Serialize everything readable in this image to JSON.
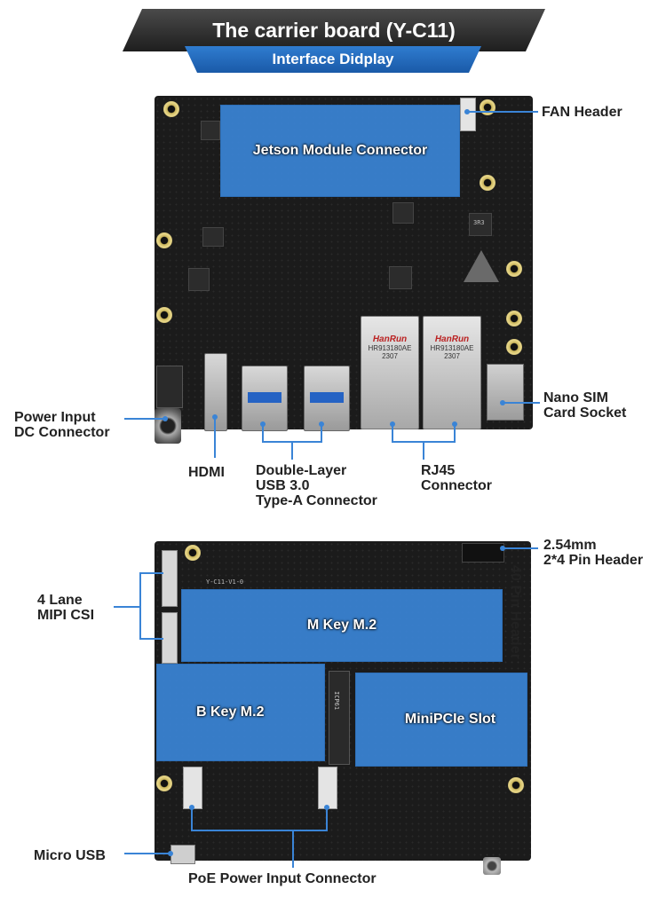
{
  "header": {
    "title": "The carrier board (Y-C11)",
    "subtitle": "Interface Didplay"
  },
  "top_board": {
    "jetson": "Jetson Module Connector",
    "fan_header": "FAN Header",
    "nano_sim": [
      "Nano SIM",
      "Card Socket"
    ],
    "power_input": [
      "Power Input",
      "DC Connector"
    ],
    "hdmi": "HDMI",
    "usb": [
      "Double-Layer",
      "USB 3.0",
      "Type-A Connector"
    ],
    "rj45": [
      "RJ45",
      "Connector"
    ],
    "rj45_brand": "HanRun",
    "rj45_model": "HR913180AE",
    "rj45_code": "2307",
    "silk_3r3": "3R3"
  },
  "bottom_board": {
    "mipi": [
      "4 Lane",
      "MIPI CSI"
    ],
    "m_key": "M Key M.2",
    "b_key": "B Key M.2",
    "minipcie": "MiniPCIe Slot",
    "pin_header": [
      "2.54mm",
      "2*4 Pin Header"
    ],
    "forty_pin": "40 Pin Header",
    "micro_usb": "Micro USB",
    "poe": "PoE Power Input Connector",
    "silk_version": "Y-C11-V1-0",
    "silk_icp": "ICP61"
  },
  "colors": {
    "highlight": "#3a84d6",
    "banner_blue": "#1a5aa8",
    "banner_dark": "#2a2a2a",
    "leader": "#3a84d6"
  }
}
